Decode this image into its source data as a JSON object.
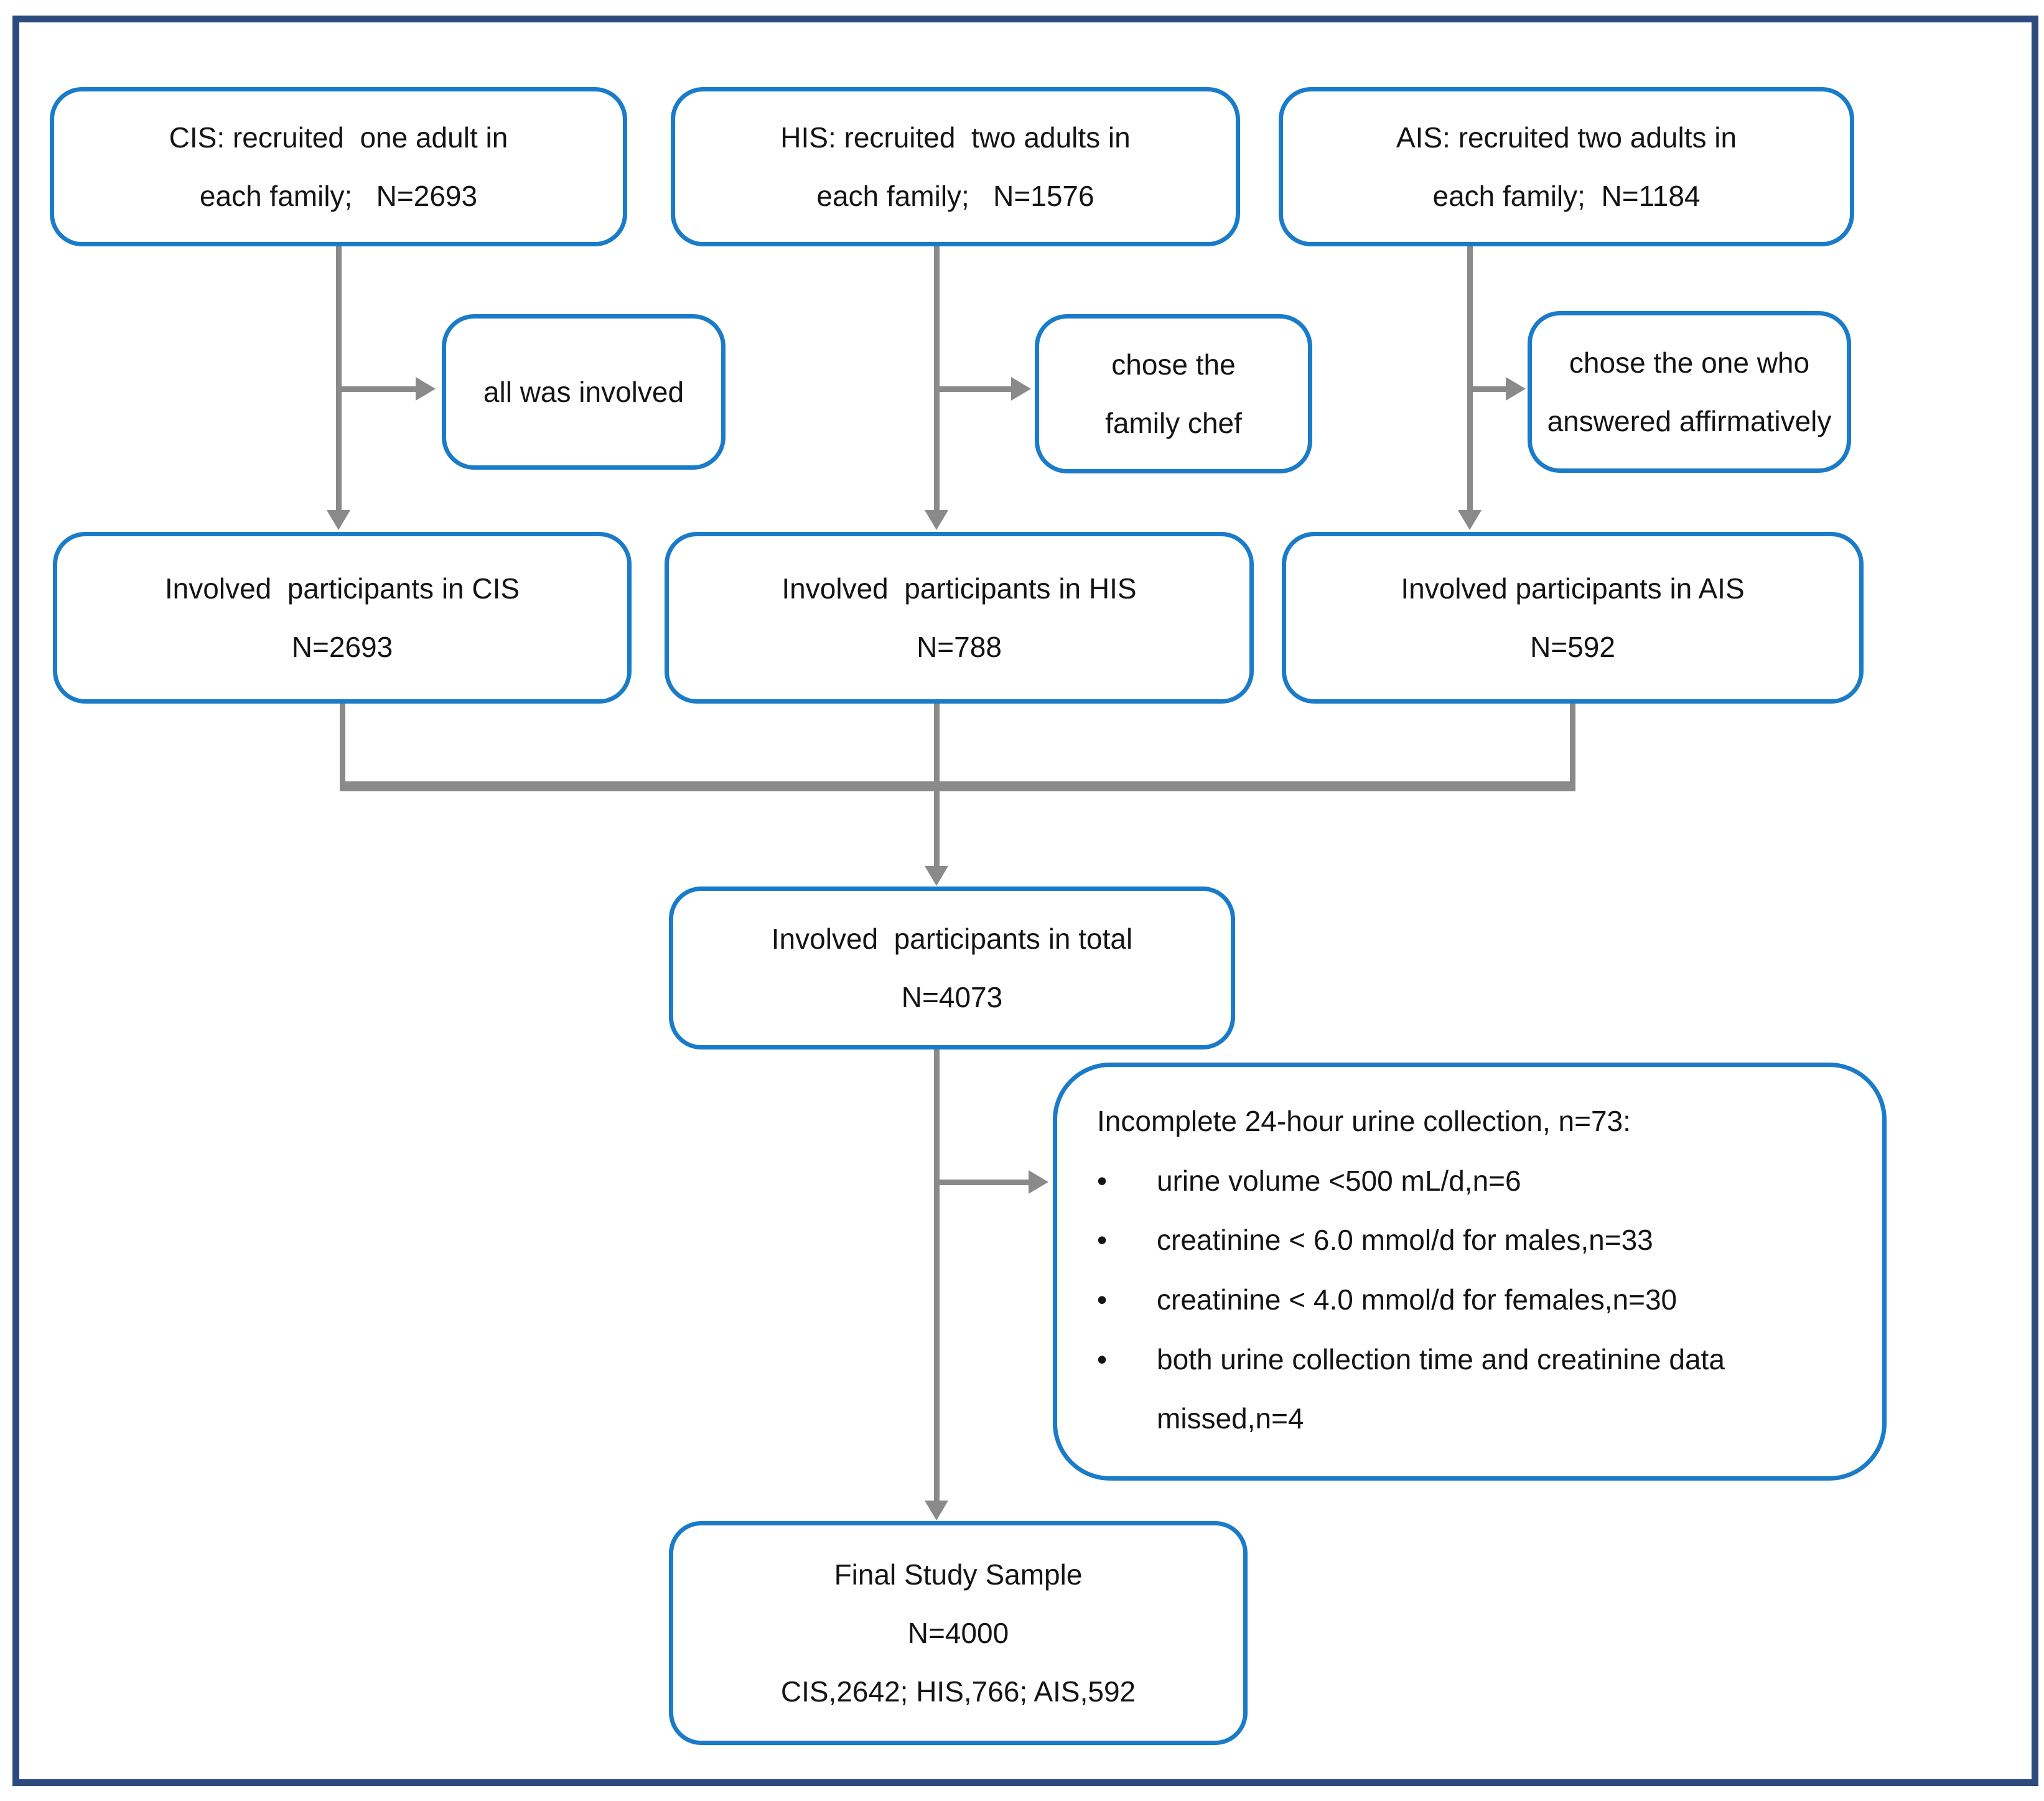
{
  "diagram": {
    "colors": {
      "frame_border": "#2b4a7e",
      "box_border": "#1a7bc9",
      "arrow": "#8a8a8a",
      "text": "#141414",
      "background": "#ffffff"
    },
    "top_row": [
      {
        "line1": "CIS: recruited  one adult in",
        "line2": "each family;   N=2693"
      },
      {
        "line1": "HIS: recruited  two adults in",
        "line2": "each family;   N=1576"
      },
      {
        "line1": "AIS: recruited two adults in",
        "line2": "each family;  N=1184"
      }
    ],
    "side_notes": [
      {
        "line1": "all was involved"
      },
      {
        "line1": "chose the",
        "line2": "family chef"
      },
      {
        "line1": "chose the one who",
        "line2": "answered affirmatively"
      }
    ],
    "second_row": [
      {
        "line1": "Involved  participants in CIS",
        "line2": "N=2693"
      },
      {
        "line1": "Involved  participants in HIS",
        "line2": "N=788"
      },
      {
        "line1": "Involved participants in AIS",
        "line2": "N=592"
      }
    ],
    "total_box": {
      "line1": "Involved  participants in total",
      "line2": "N=4073"
    },
    "exclusion_box": {
      "title": "Incomplete 24-hour urine collection, n=73:",
      "bullet_glyph": "•",
      "bullets": [
        "urine volume <500 mL/d,n=6",
        "creatinine < 6.0 mmol/d for males,n=33",
        "creatinine < 4.0 mmol/d for females,n=30",
        "both urine collection time and creatinine data missed,n=4"
      ]
    },
    "final_box": {
      "line1": "Final Study Sample",
      "line2": "N=4000",
      "line3": "CIS,2642; HIS,766; AIS,592"
    }
  }
}
